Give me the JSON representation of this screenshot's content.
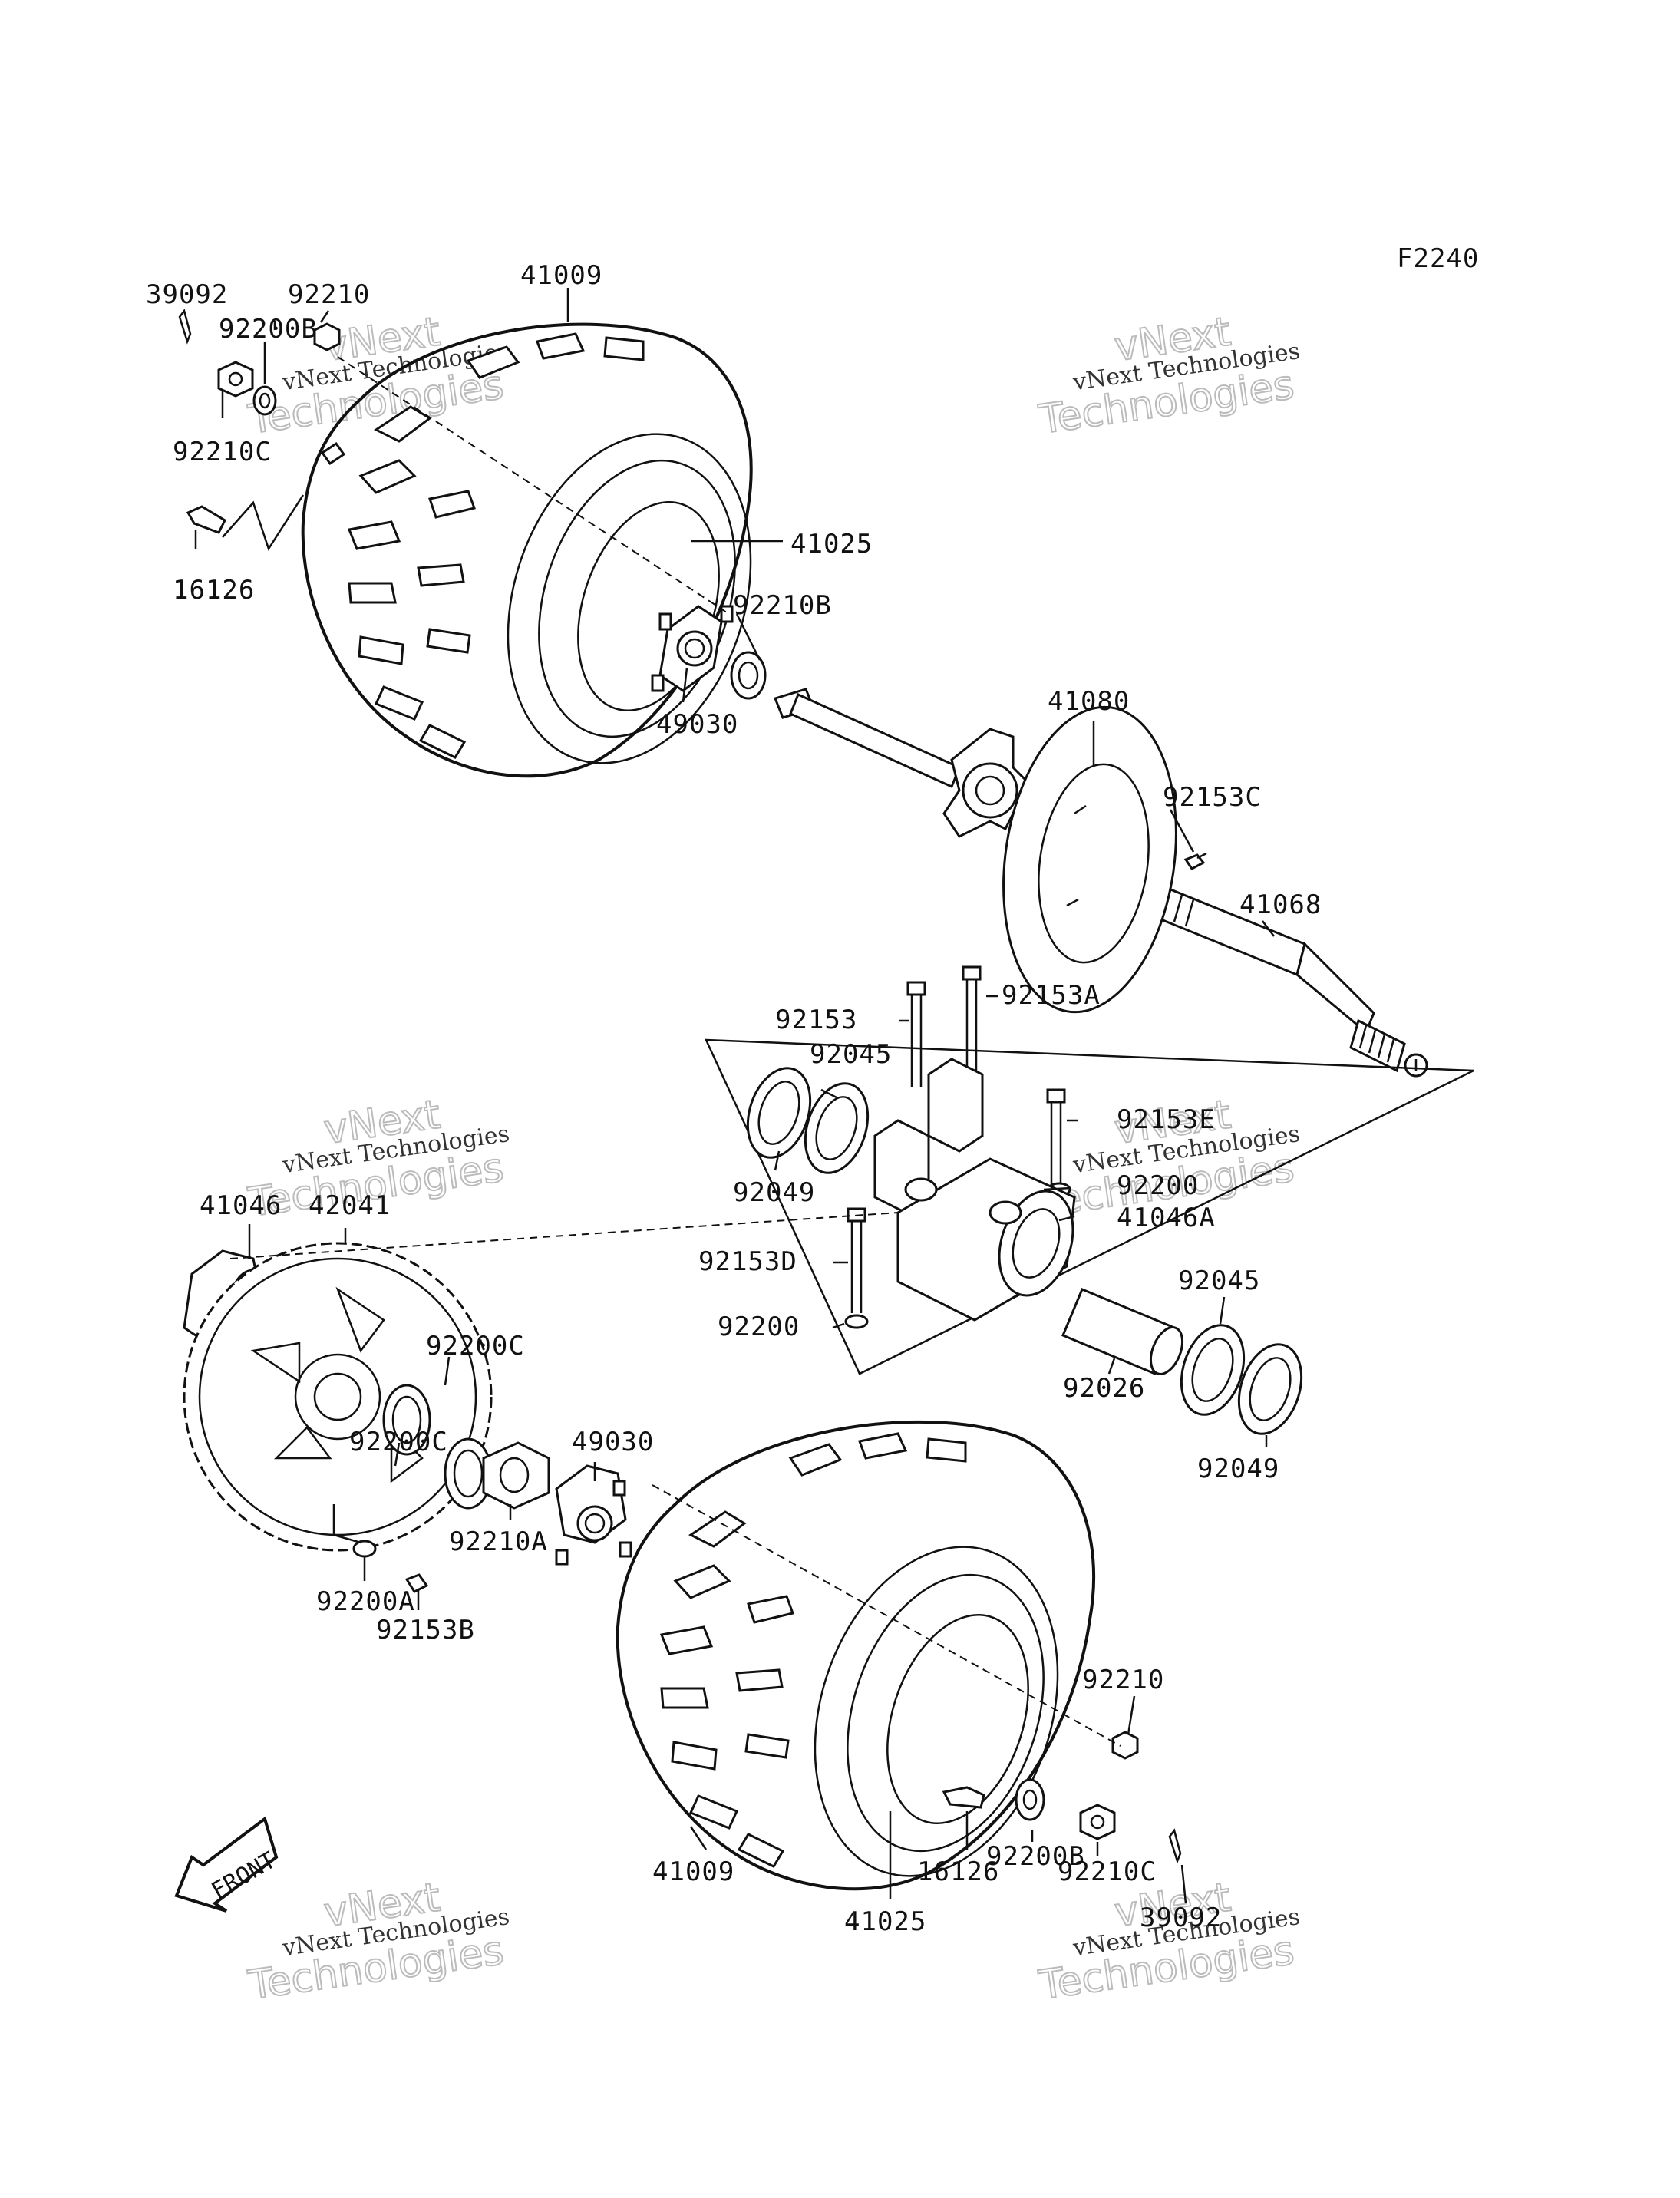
{
  "figure_code": "F2240",
  "front_arrow_text": "FRONT",
  "watermark": {
    "line1": "vNext Technologies",
    "line2": "vNext",
    "line3": "Technologies"
  },
  "callouts": {
    "c39092_top": "39092",
    "c92210_top": "92210",
    "c92200B_top": "92200B",
    "c92210C_top": "92210C",
    "c16126_top": "16126",
    "c41009_top": "41009",
    "c41025_top": "41025",
    "c92210B": "92210B",
    "c49030_top": "49030",
    "c41080": "41080",
    "c92153C": "92153C",
    "c41068": "41068",
    "c92153": "92153",
    "c92153A": "92153A",
    "c92045_left": "92045",
    "c92153E": "92153E",
    "c92049_left": "92049",
    "c92200_right": "92200",
    "c41046A": "41046A",
    "c92153D": "92153D",
    "c92200_left": "92200",
    "c92045_right": "92045",
    "c92026": "92026",
    "c92049_right": "92049",
    "c41046": "41046",
    "c42041": "42041",
    "c92200C_top": "92200C",
    "c92200C_bottom": "92200C",
    "c49030_bottom": "49030",
    "c92210A": "92210A",
    "c92200A": "92200A",
    "c92153B": "92153B",
    "c92210_bottom": "92210",
    "c92200B_bottom": "92200B",
    "c92210C_bottom": "92210C",
    "c16126_bottom": "16126",
    "c41009_bottom": "41009",
    "c41025_bottom": "41025",
    "c39092_bottom": "39092"
  }
}
